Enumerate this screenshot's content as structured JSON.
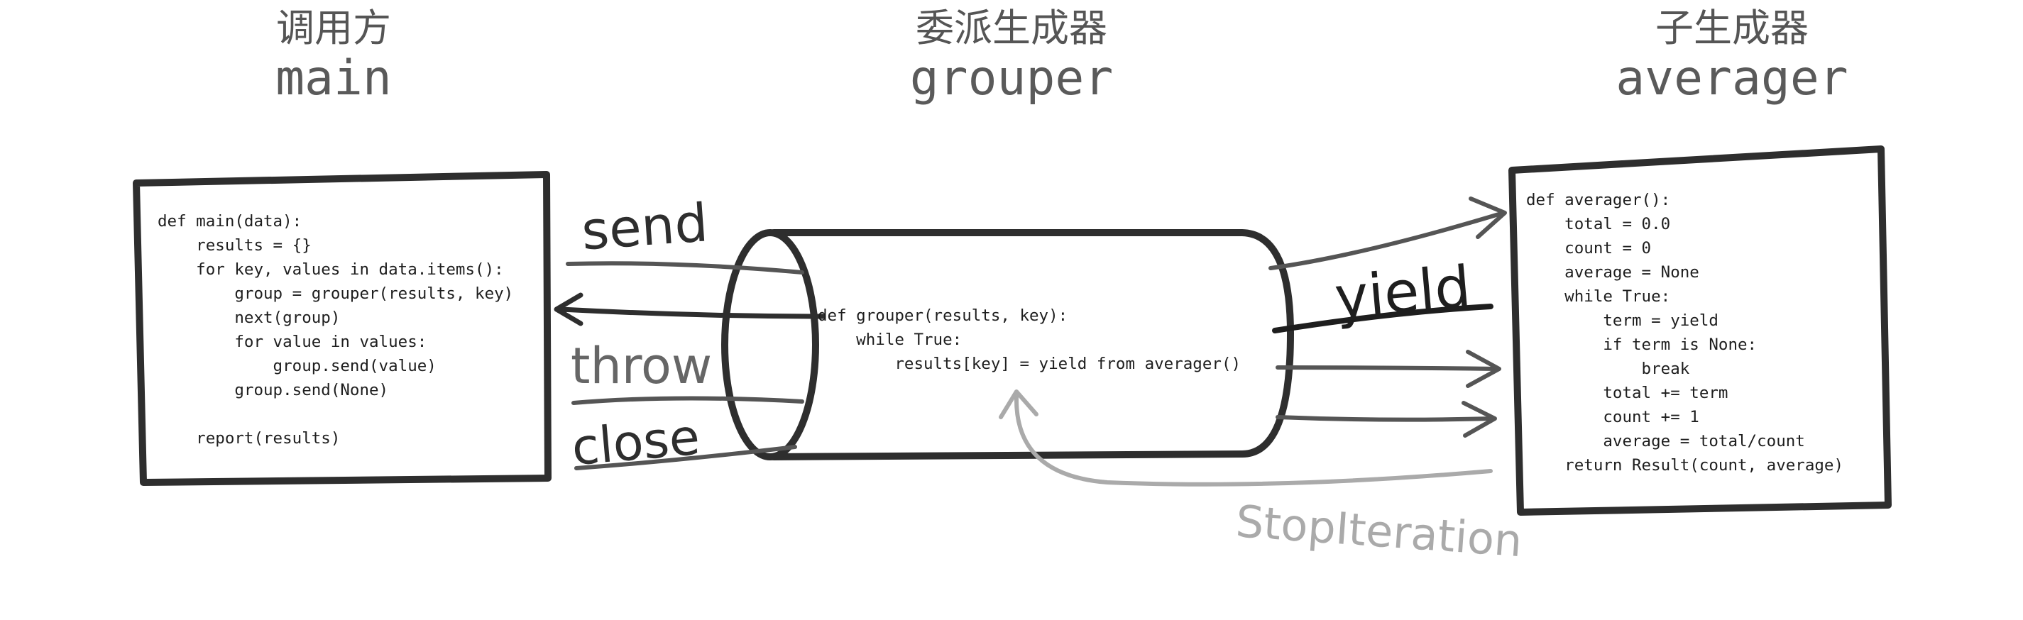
{
  "columns": {
    "main": {
      "title_cn": "调用方",
      "title_en": "main"
    },
    "grouper": {
      "title_cn": "委派生成器",
      "title_en": "grouper"
    },
    "averager": {
      "title_cn": "子生成器",
      "title_en": "averager"
    }
  },
  "code": {
    "main": [
      "def main(data):",
      "    results = {}",
      "    for key, values in data.items():",
      "        group = grouper(results, key)",
      "        next(group)",
      "        for value in values:",
      "            group.send(value)",
      "        group.send(None)",
      "",
      "    report(results)"
    ],
    "grouper": [
      "def grouper(results, key):",
      "    while True:",
      "        results[key] = yield from averager()"
    ],
    "averager": [
      "def averager():",
      "    total = 0.0",
      "    count = 0",
      "    average = None",
      "    while True:",
      "        term = yield",
      "        if term is None:",
      "            break",
      "        total += term",
      "        count += 1",
      "        average = total/count",
      "    return Result(count, average)"
    ]
  },
  "labels": {
    "send": "send",
    "throw": "throw",
    "close": "close",
    "yield": "yield",
    "stop_iteration": "StopIteration"
  },
  "colors": {
    "ink": "#2e2e2e",
    "mid": "#666666",
    "light": "#aaaaaa",
    "heading": "#555555"
  }
}
